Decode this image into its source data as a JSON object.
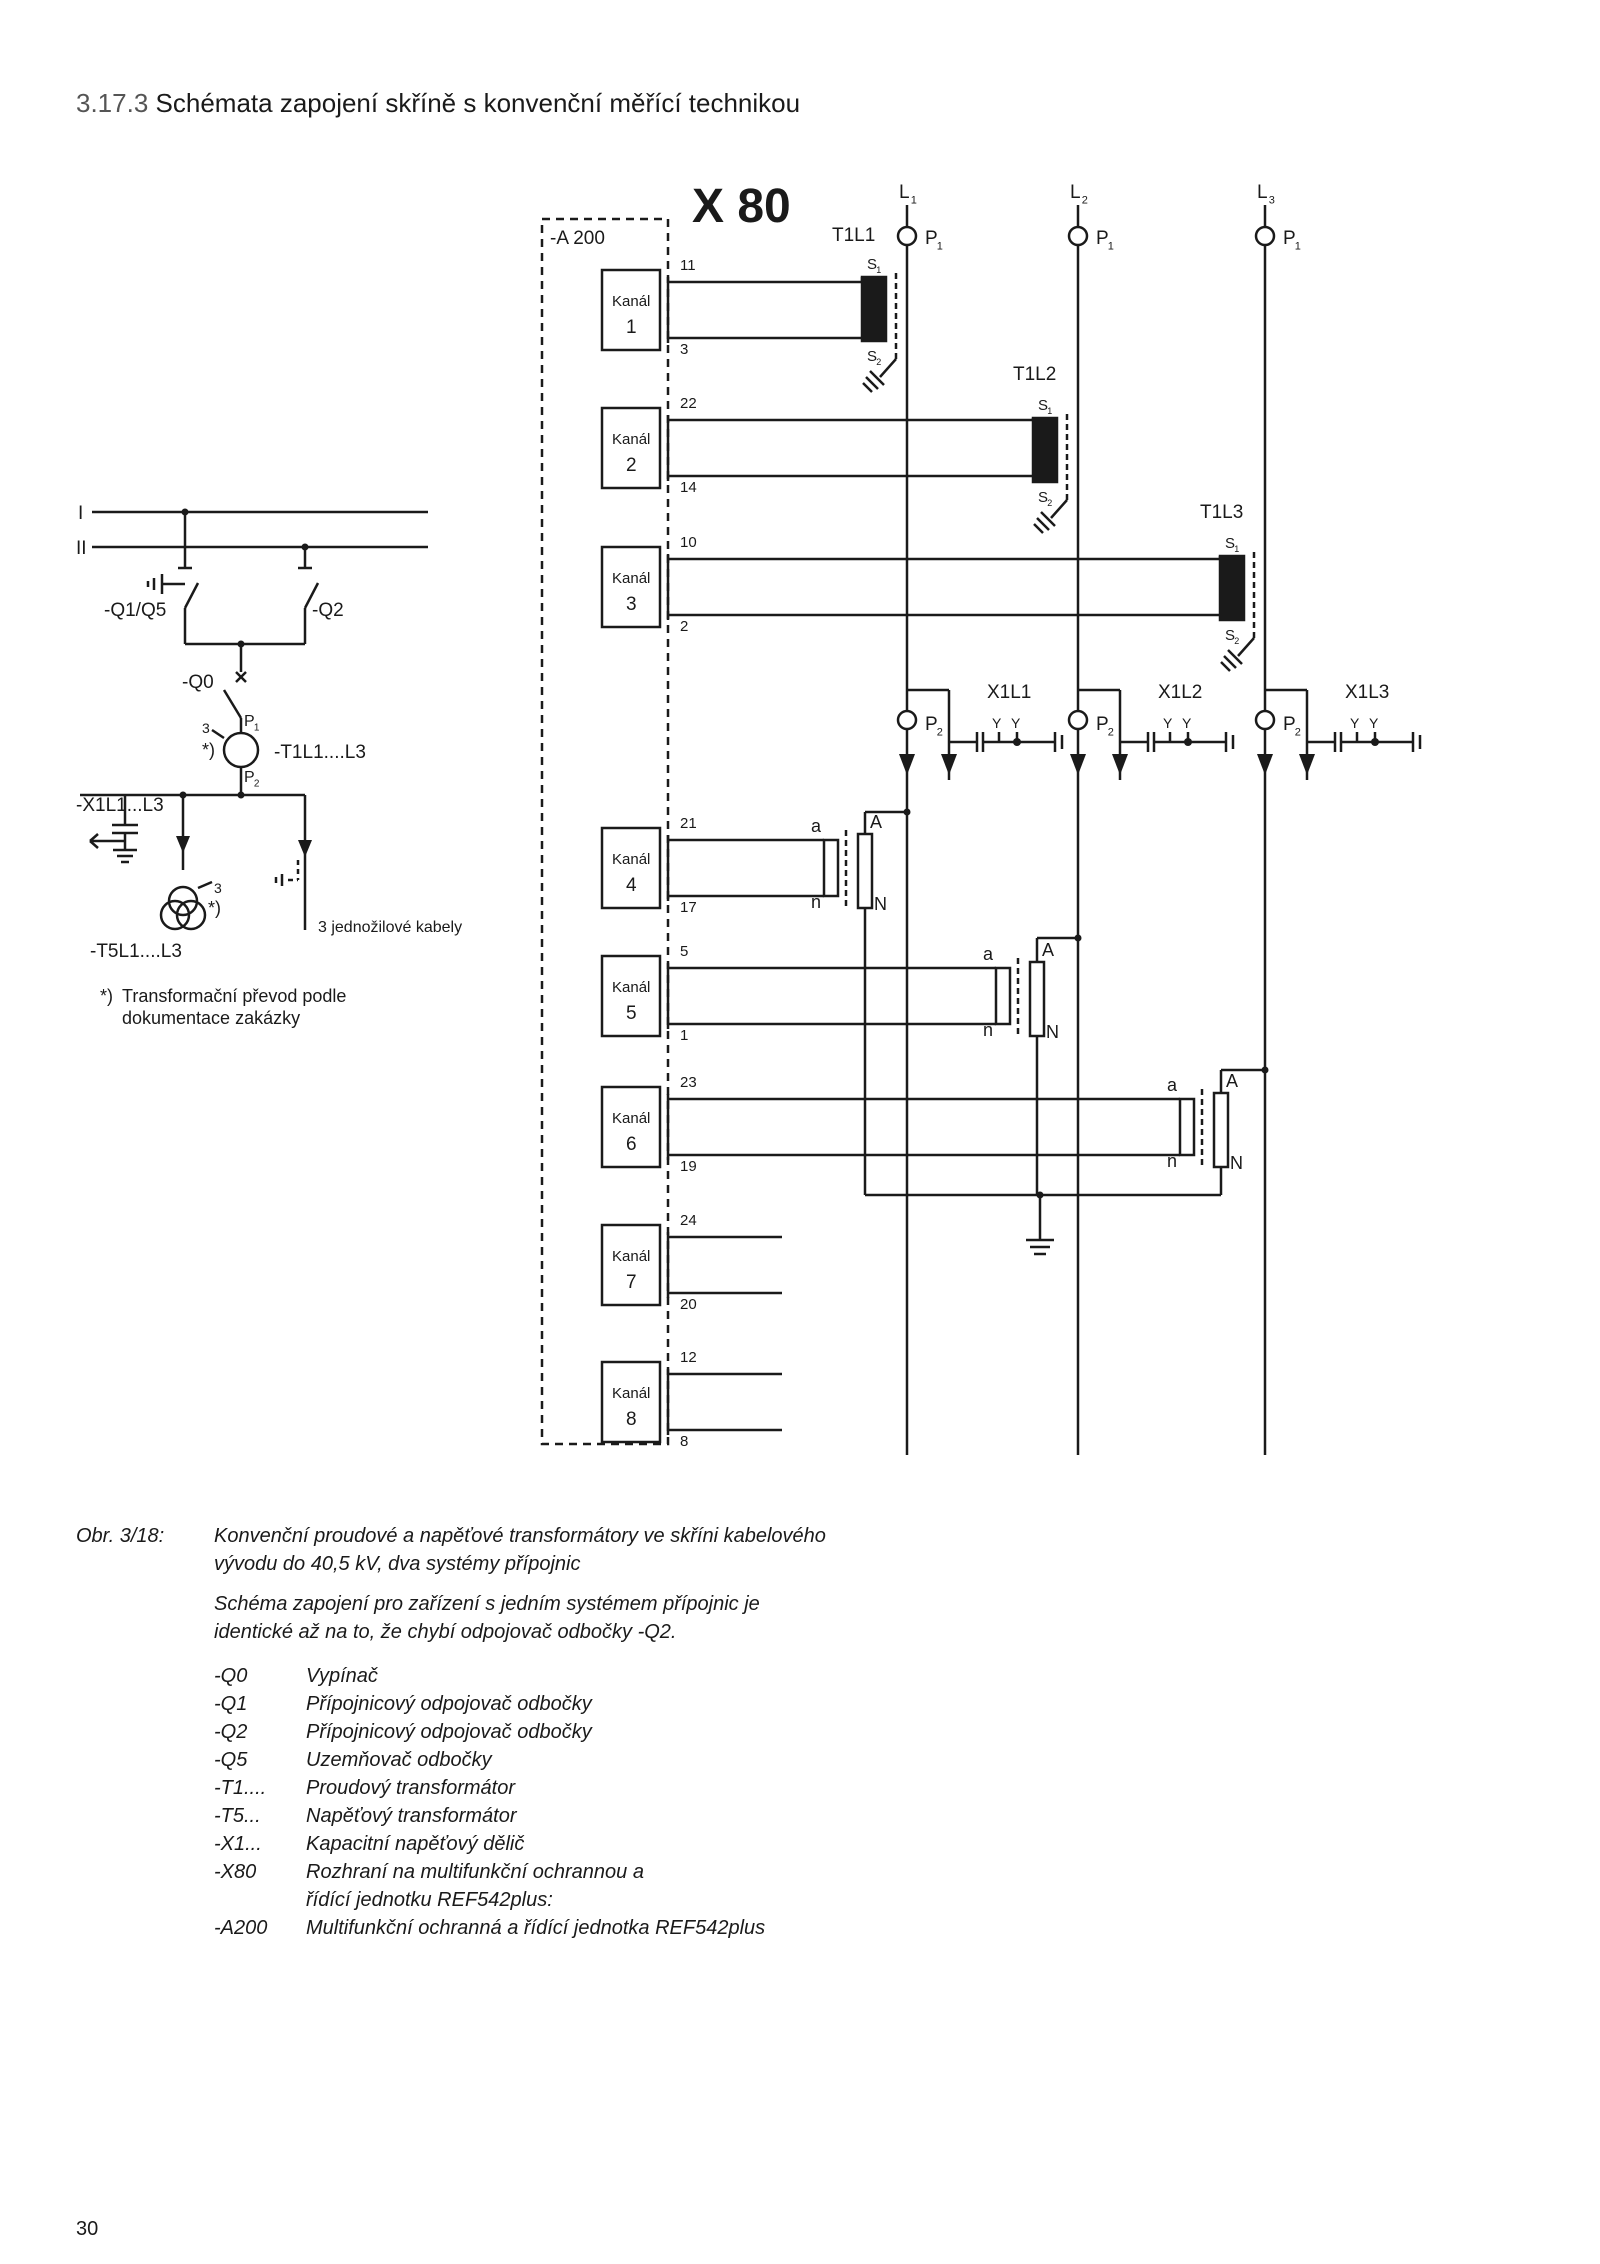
{
  "page": {
    "heading_number": "3.17.3",
    "heading_text": "Schémata zapojení skříně s konvenční měřící technikou",
    "page_number": "30"
  },
  "diagram": {
    "interface_title": "X 80",
    "unit_label": "-A 200",
    "channel_word": "Kanál",
    "channels": [
      {
        "num": "1",
        "top_terminal": "11",
        "bottom_terminal": "3"
      },
      {
        "num": "2",
        "top_terminal": "22",
        "bottom_terminal": "14"
      },
      {
        "num": "3",
        "top_terminal": "10",
        "bottom_terminal": "2"
      },
      {
        "num": "4",
        "top_terminal": "21",
        "bottom_terminal": "17"
      },
      {
        "num": "5",
        "top_terminal": "5",
        "bottom_terminal": "1"
      },
      {
        "num": "6",
        "top_terminal": "23",
        "bottom_terminal": "19"
      },
      {
        "num": "7",
        "top_terminal": "24",
        "bottom_terminal": "20"
      },
      {
        "num": "8",
        "top_terminal": "12",
        "bottom_terminal": "8"
      }
    ],
    "phases": [
      {
        "line": "L",
        "index": "1",
        "ct": "T1L1",
        "divider": "X1L1"
      },
      {
        "line": "L",
        "index": "2",
        "ct": "T1L2",
        "divider": "X1L2"
      },
      {
        "line": "L",
        "index": "3",
        "ct": "T1L3",
        "divider": "X1L3"
      }
    ],
    "p_letter": "P",
    "p1_sub": "1",
    "p2_sub": "2",
    "s_letter": "S",
    "s1_sub": "1",
    "s2_sub": "2",
    "y_letter": "Y",
    "vt_a": "a",
    "vt_n": "n",
    "vt_A": "A",
    "vt_N": "N",
    "single_line": {
      "busbar_1": "I",
      "busbar_2": "II",
      "q1q5": "-Q1/Q5",
      "q2": "-Q2",
      "q0": "-Q0",
      "ct_label": "-T1L1....L3",
      "ct_count": "3",
      "x1_label": "-X1L1...L3",
      "vt_label": "-T5L1....L3",
      "vt_count": "3",
      "star_note": "*)",
      "cables_label": "3 jednožilové kabely",
      "footnote_mark": "*)",
      "footnote_line1": "Transformační převod podle",
      "footnote_line2": "dokumentace zakázky"
    }
  },
  "caption": {
    "label": "Obr. 3/18:",
    "title_line1": "Konvenční proudové a napěťové transformátory ve skříni kabelového",
    "title_line2": "vývodu do 40,5 kV, dva systémy přípojnic",
    "note_line1": "Schéma zapojení pro zařízení s jedním systémem přípojnic je",
    "note_line2": "identické až na to, že chybí odpojovač odbočky -Q2.",
    "legend": [
      {
        "code": "-Q0",
        "desc": "Vypínač"
      },
      {
        "code": "-Q1",
        "desc": "Přípojnicový odpojovač odbočky"
      },
      {
        "code": "-Q2",
        "desc": "Přípojnicový odpojovač odbočky"
      },
      {
        "code": "-Q5",
        "desc": "Uzemňovač odbočky"
      },
      {
        "code": "-T1....",
        "desc": "Proudový transformátor"
      },
      {
        "code": "-T5...",
        "desc": "Napěťový transformátor"
      },
      {
        "code": "-X1...",
        "desc": "Kapacitní napěťový dělič"
      },
      {
        "code": "-X80",
        "desc": "Rozhraní na multifunkční ochrannou a"
      },
      {
        "code": "",
        "desc": "řídící jednotku REF542plus:"
      },
      {
        "code": "-A200",
        "desc": "Multifunkční ochranná a řídící jednotka REF542plus"
      }
    ]
  }
}
